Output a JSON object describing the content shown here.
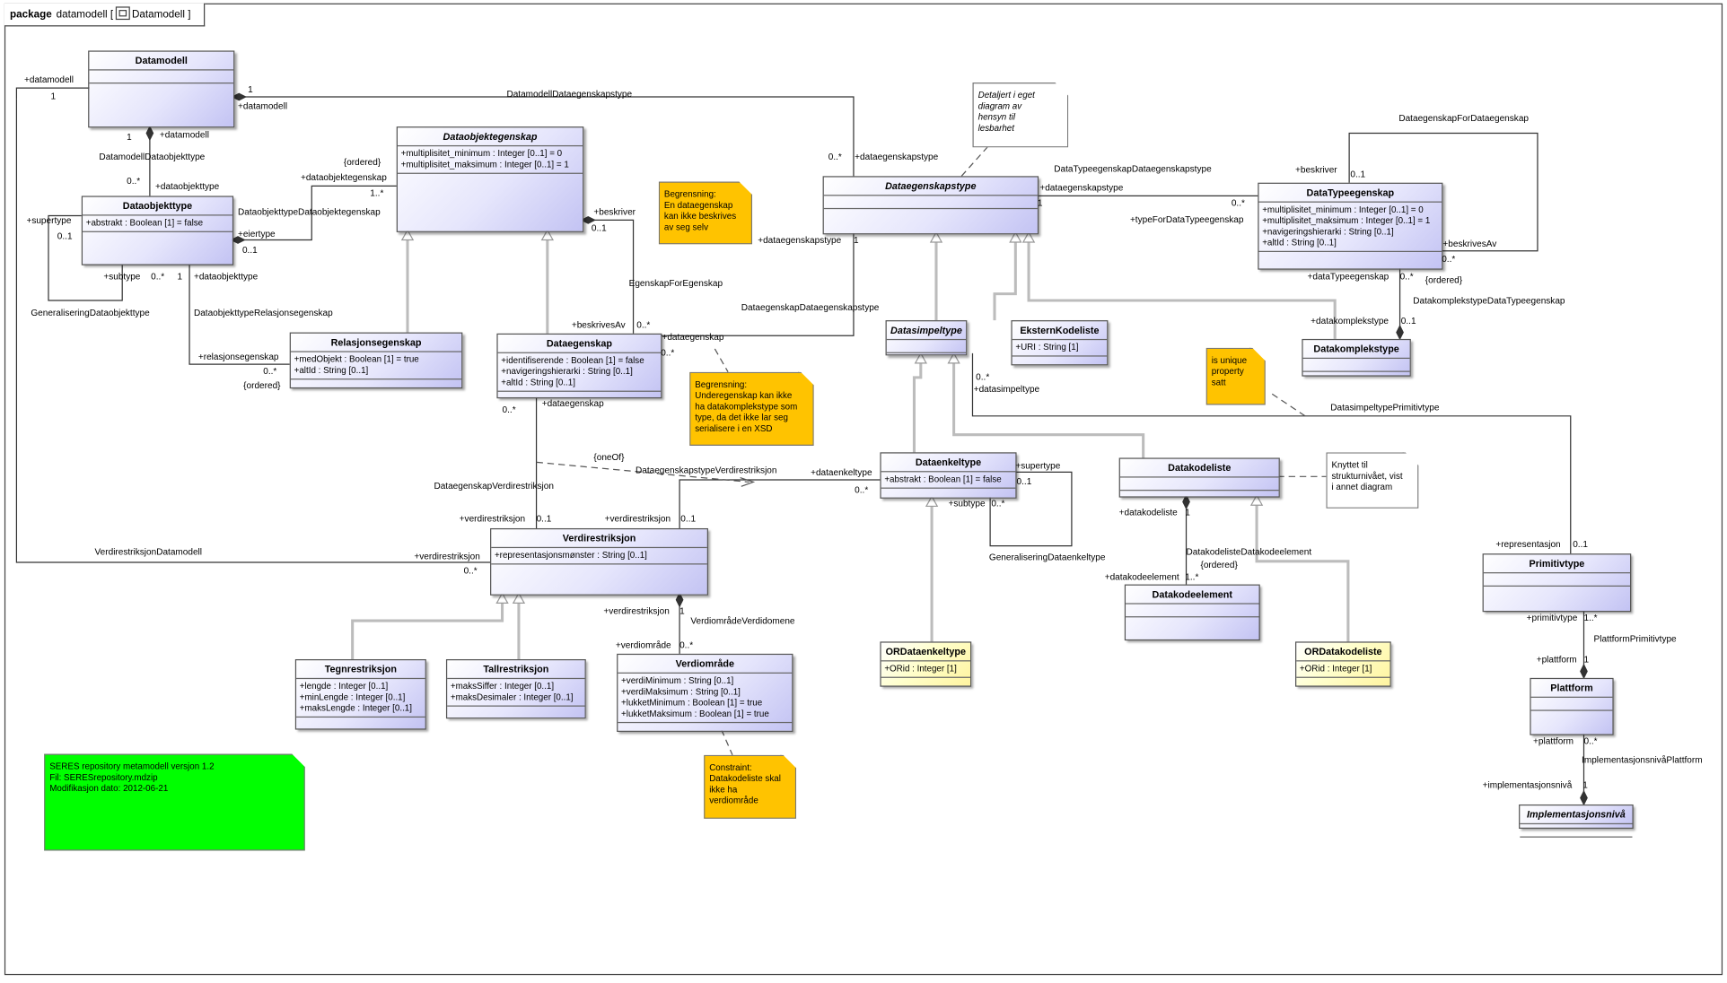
{
  "frame": {
    "keyword": "package",
    "name": "datamodell",
    "bracket_open": "[",
    "diagram_name": "Datamodell",
    "bracket_close": "]"
  },
  "classes": [
    {
      "id": "Datamodell",
      "name": "Datamodell",
      "abstract": false,
      "yellow": false,
      "attrs": []
    },
    {
      "id": "Dataobjektegenskap",
      "name": "Dataobjektegenskap",
      "abstract": true,
      "yellow": false,
      "attrs": [
        "+multiplisitet_minimum : Integer [0..1] = 0",
        "+multiplisitet_maksimum : Integer [0..1] = 1"
      ]
    },
    {
      "id": "Dataobjekttype",
      "name": "Dataobjekttype",
      "abstract": false,
      "yellow": false,
      "attrs": [
        "+abstrakt : Boolean [1] = false"
      ]
    },
    {
      "id": "Relasjonsegenskap",
      "name": "Relasjonsegenskap",
      "abstract": false,
      "yellow": false,
      "attrs": [
        "+medObjekt : Boolean [1] = true",
        "+altId : String [0..1]"
      ]
    },
    {
      "id": "Dataegenskap",
      "name": "Dataegenskap",
      "abstract": false,
      "yellow": false,
      "attrs": [
        "+identifiserende : Boolean [1] = false",
        "+navigeringshierarki : String [0..1]",
        "+altId : String [0..1]"
      ]
    },
    {
      "id": "Dataegenskapstype",
      "name": "Dataegenskapstype",
      "abstract": true,
      "yellow": false,
      "attrs": []
    },
    {
      "id": "DataTypeegenskap",
      "name": "DataTypeegenskap",
      "abstract": false,
      "yellow": false,
      "attrs": [
        "+multiplisitet_minimum : Integer [0..1] = 0",
        "+multiplisitet_maksimum : Integer [0..1] = 1",
        "+navigeringshierarki : String [0..1]",
        "+altId : String [0..1]"
      ]
    },
    {
      "id": "Datasimpeltype",
      "name": "Datasimpeltype",
      "abstract": true,
      "yellow": false,
      "attrs": []
    },
    {
      "id": "EksternKodeliste",
      "name": "EksternKodeliste",
      "abstract": false,
      "yellow": false,
      "attrs": [
        "+URI : String [1]"
      ]
    },
    {
      "id": "Datakompleksttype",
      "name": "Datakomplekstype",
      "abstract": false,
      "yellow": false,
      "attrs": []
    },
    {
      "id": "Dataenkeltype",
      "name": "Dataenkeltype",
      "abstract": false,
      "yellow": false,
      "attrs": [
        "+abstrakt : Boolean [1] = false"
      ]
    },
    {
      "id": "Datakodeliste",
      "name": "Datakodeliste",
      "abstract": false,
      "yellow": false,
      "attrs": []
    },
    {
      "id": "Verdirestriksjon",
      "name": "Verdirestriksjon",
      "abstract": false,
      "yellow": false,
      "attrs": [
        "+representasjonsmønster : String [0..1]"
      ]
    },
    {
      "id": "Datakodeelement",
      "name": "Datakodeelement",
      "abstract": false,
      "yellow": false,
      "attrs": []
    },
    {
      "id": "Primitivtype",
      "name": "Primitivtype",
      "abstract": false,
      "yellow": false,
      "attrs": []
    },
    {
      "id": "Tegnrestriksjon",
      "name": "Tegnrestriksjon",
      "abstract": false,
      "yellow": false,
      "attrs": [
        "+lengde : Integer [0..1]",
        "+minLengde : Integer [0..1]",
        "+maksLengde : Integer [0..1]"
      ]
    },
    {
      "id": "Tallrestriksjon",
      "name": "Tallrestriksjon",
      "abstract": false,
      "yellow": false,
      "attrs": [
        "+maksSiffer : Integer [0..1]",
        "+maksDesimaler : Integer [0..1]"
      ]
    },
    {
      "id": "Verdiomrade",
      "name": "Verdiområde",
      "abstract": false,
      "yellow": false,
      "attrs": [
        "+verdiMinimum : String [0..1]",
        "+verdiMaksimum : String [0..1]",
        "+lukketMinimum : Boolean [1] = true",
        "+lukketMaksimum : Boolean [1] = true"
      ]
    },
    {
      "id": "ORDataenkeltype",
      "name": "ORDataenkeltype",
      "abstract": false,
      "yellow": true,
      "attrs": [
        "+ORid : Integer [1]"
      ]
    },
    {
      "id": "ORDatakodeliste",
      "name": "ORDatakodeliste",
      "abstract": false,
      "yellow": true,
      "attrs": [
        "+ORid : Integer [1]"
      ]
    },
    {
      "id": "Plattform",
      "name": "Plattform",
      "abstract": false,
      "yellow": false,
      "attrs": []
    },
    {
      "id": "Implementasjonsniva",
      "name": "Implementasjonsnivå",
      "abstract": true,
      "yellow": false,
      "attrs": []
    }
  ],
  "notes": [
    {
      "id": "detaljert",
      "color": "white",
      "lines": [
        "Detaljert i eget",
        "diagram av",
        "hensyn til",
        "lesbarhet"
      ]
    },
    {
      "id": "begrensning1",
      "color": "orange",
      "lines": [
        "Begrensning:",
        "En dataegenskap",
        "kan ikke beskrives",
        "av seg selv"
      ]
    },
    {
      "id": "begrensning2",
      "color": "orange",
      "lines": [
        "Begrensning:",
        "Underegenskap kan ikke",
        "ha datakomplekstype som",
        "type, da det ikke lar seg",
        "serialisere i en XSD"
      ]
    },
    {
      "id": "unique",
      "color": "orange",
      "lines": [
        "is unique",
        "property",
        "satt"
      ]
    },
    {
      "id": "knyttet",
      "color": "white-plain",
      "lines": [
        "Knyttet til",
        "strukturnivået, vist",
        "i annet diagram"
      ]
    },
    {
      "id": "constraint",
      "color": "orange",
      "lines": [
        "Constraint:",
        "Datakodeliste skal",
        "ikke ha",
        "verdiområde"
      ]
    },
    {
      "id": "seres",
      "color": "green",
      "lines": [
        "SERES repository metamodell versjon 1.2",
        "Fil: SERESrepository.mdzip",
        "Modifikasjon dato: 2012-06-21"
      ]
    }
  ],
  "labels": [
    "+datamodell",
    "1",
    "1",
    "+datamodell",
    "DatamodellDataegenskapstype",
    "0..*",
    "+dataegenskapstype",
    "1",
    "+datamodell",
    "DatamodellDataobjekttype",
    "0..*",
    "+dataobjekttype",
    "{ordered}",
    "+dataobjektegenskap",
    "1..*",
    "DataobjekttypeDataobjektegenskap",
    "+eiertype",
    "0..1",
    "+supertype",
    "0..1",
    "+subtype",
    "0..*",
    "GeneraliseringDataobjekttype",
    "1",
    "+dataobjekttype",
    "DataobjekttypeRelasjonsegenskap",
    "+relasjonsegenskap",
    "0..*",
    "{ordered}",
    "+beskriver",
    "0..1",
    "EgenskapForEgenskap",
    "+beskrivesAv",
    "0..*",
    "+dataegenskap",
    "0..*",
    "+dataegenskapstype",
    "1",
    "DataegenskapDataegenskapstype",
    "DataTypeegenskapDataegenskapstype",
    "+dataegenskapstype",
    "1",
    "0..*",
    "+typeForDataTypeegenskap",
    "DataegenskapForDataegenskap",
    "+beskriver",
    "0..1",
    "+beskrivesAv",
    "0..*",
    "+dataTypeegenskap",
    "0..*",
    "{ordered}",
    "DatakomplekstypeDataTypeegenskap",
    "+datakomplekstype",
    "0..1",
    "0..*",
    "+dataegenskap",
    "{oneOf}",
    "DataegenskapVerdirestriksjon",
    "+verdirestriksjon",
    "0..1",
    "DataegenskapstypeVerdirestriksjon",
    "+dataenkeltype",
    "0..*",
    "+verdirestriksjon",
    "0..1",
    "VerdirestriksjonDatamodell",
    "+verdirestriksjon",
    "0..*",
    "0..*",
    "+datasimpeltype",
    "+supertype",
    "0..1",
    "+subtype",
    "0..*",
    "GeneraliseringDataenkeltype",
    "DatasimpeltypePrimitivtype",
    "+representasjon",
    "0..1",
    "+datakodeliste",
    "1",
    "DatakodelisteDatakodeelement",
    "{ordered}",
    "+datakodeelement",
    "1..*",
    "+verdirestriksjon",
    "1",
    "VerdiområdeVerdidomene",
    "+verdiområde",
    "0..*",
    "+primitivtype",
    "1..*",
    "PlattformPrimitivtype",
    "+plattform",
    "1",
    "+plattform",
    "0..*",
    "ImplementasjonsnivåPlattform",
    "+implementasjonsnivå",
    "1"
  ]
}
